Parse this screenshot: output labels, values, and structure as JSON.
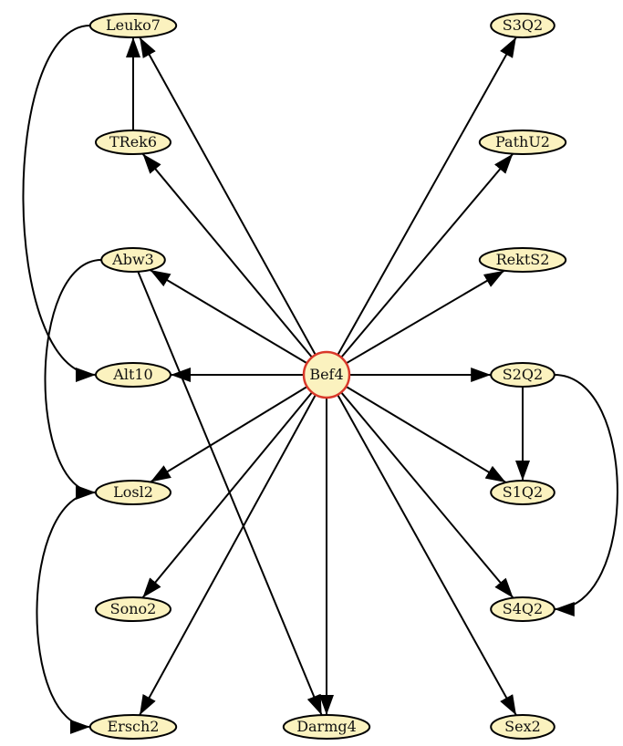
{
  "diagram": {
    "center_node": "Bef4",
    "colors": {
      "node_fill": "#fbf2bf",
      "node_stroke": "#000000",
      "center_stroke": "#d9382a",
      "edge": "#000000"
    },
    "nodes": [
      "Leuko7",
      "TRek6",
      "Abw3",
      "Alt10",
      "Losl2",
      "Sono2",
      "Ersch2",
      "Darmg4",
      "Bef4",
      "S3Q2",
      "PathU2",
      "RektS2",
      "S2Q2",
      "S1Q2",
      "S4Q2",
      "Sex2"
    ],
    "edges": [
      {
        "from": "Bef4",
        "to": "Leuko7"
      },
      {
        "from": "Bef4",
        "to": "TRek6"
      },
      {
        "from": "Bef4",
        "to": "Abw3"
      },
      {
        "from": "Bef4",
        "to": "Alt10"
      },
      {
        "from": "Bef4",
        "to": "Losl2"
      },
      {
        "from": "Bef4",
        "to": "Sono2"
      },
      {
        "from": "Bef4",
        "to": "Ersch2"
      },
      {
        "from": "Bef4",
        "to": "Darmg4"
      },
      {
        "from": "Bef4",
        "to": "S3Q2"
      },
      {
        "from": "Bef4",
        "to": "PathU2"
      },
      {
        "from": "Bef4",
        "to": "RektS2"
      },
      {
        "from": "Bef4",
        "to": "S2Q2"
      },
      {
        "from": "Bef4",
        "to": "S1Q2"
      },
      {
        "from": "Bef4",
        "to": "S4Q2"
      },
      {
        "from": "Bef4",
        "to": "Sex2"
      },
      {
        "from": "TRek6",
        "to": "Leuko7"
      },
      {
        "from": "Leuko7",
        "to": "Alt10"
      },
      {
        "from": "Abw3",
        "to": "Losl2"
      },
      {
        "from": "Abw3",
        "to": "Darmg4"
      },
      {
        "from": "Losl2",
        "to": "Ersch2"
      },
      {
        "from": "S2Q2",
        "to": "S1Q2"
      },
      {
        "from": "S2Q2",
        "to": "S4Q2"
      }
    ]
  }
}
